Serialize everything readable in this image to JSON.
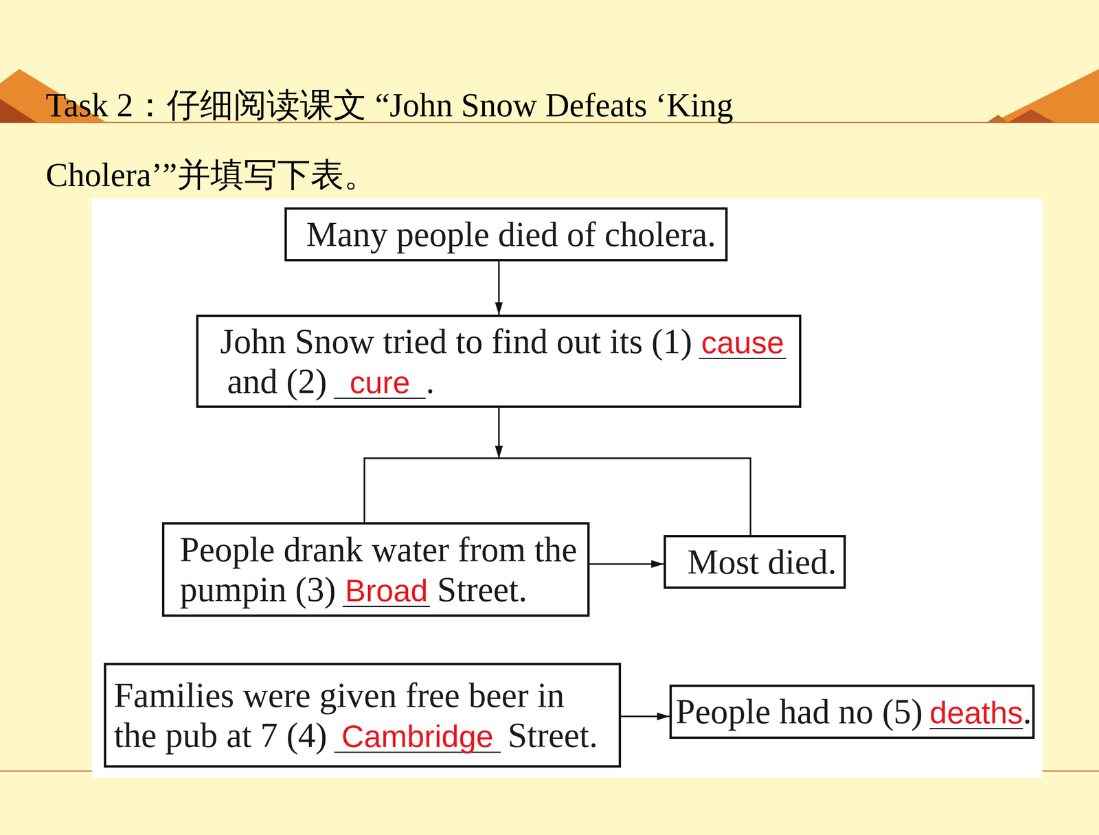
{
  "diagram": {
    "title": "Task 2：仔细阅读课文 “John Snow Defeats ‘King Cholera’”并填写下表。",
    "nodes": [
      {
        "text": [
          "Many people died of cholera."
        ]
      },
      {
        "text": [
          "John Snow tried to find out its (1)",
          "cause",
          "and (2)",
          "cure",
          "."
        ]
      },
      {
        "text": [
          "People drank water from the pumpin (3)",
          "Broad",
          "Street."
        ]
      },
      {
        "text": [
          "Most died."
        ]
      },
      {
        "text": [
          "Families were given free beer in the pub at 7 (4)",
          "Cambridge",
          "Street."
        ]
      },
      {
        "text": [
          "People had no (5)",
          "deaths",
          "."
        ]
      }
    ],
    "edges": [
      {
        "from": 0,
        "to": 1,
        "arrow": "to"
      },
      {
        "from": 1,
        "to": 2,
        "arrow": "to"
      },
      {
        "from": 1,
        "to": 3,
        "arrow": "to"
      },
      {
        "from": 2,
        "to": 3,
        "arrow": "to"
      },
      {
        "from": 4,
        "to": 5,
        "arrow": "to"
      }
    ]
  }
}
